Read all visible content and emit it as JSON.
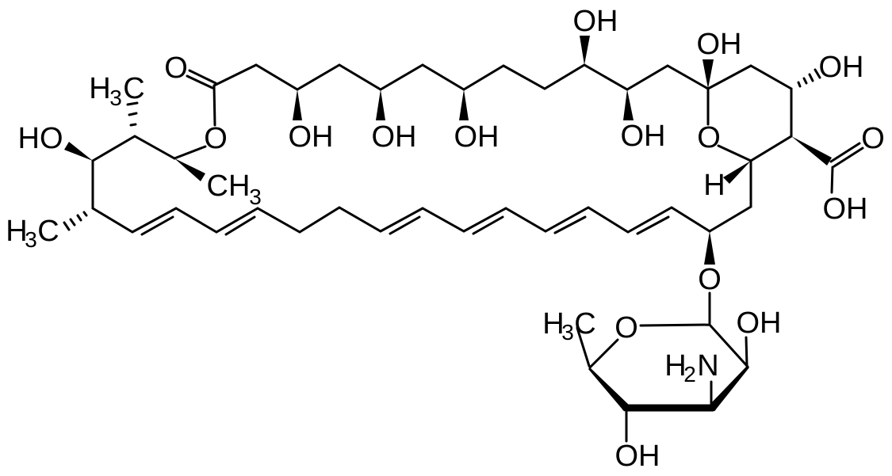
{
  "figure": {
    "kind": "chemical structure skeletal formula",
    "background_color": "#ffffff",
    "bond_color": "#000000",
    "text_color": "#000000"
  },
  "labels": {
    "o_ester_carbonyl": "O",
    "o_ester": "O",
    "h3c_upper_left": {
      "h": "H",
      "sub": "3",
      "c": "C"
    },
    "ho_left": "HO",
    "ch3_ester": {
      "ch": "CH",
      "sub": "3"
    },
    "h3c_lower_left": {
      "h": "H",
      "sub": "3",
      "c": "C"
    },
    "oh_macro_1": "OH",
    "oh_macro_2": "OH",
    "oh_macro_3": "OH",
    "oh_macro_top": "OH",
    "oh_macro_4": "OH",
    "oh_hemiketal": "OH",
    "o_pyran_ring": "O",
    "oh_pyran": "OH",
    "o_acid_carbonyl": "O",
    "oh_acid": "OH",
    "h_stereo": "H",
    "o_glycosidic": "O",
    "o_sugar_ring": "O",
    "h3c_sugar": {
      "h": "H",
      "sub": "3",
      "c": "C"
    },
    "oh_sugar_c2": "OH",
    "h2n_sugar": {
      "h": "H",
      "sub": "2",
      "n": "N"
    },
    "oh_sugar_c4": "OH"
  }
}
